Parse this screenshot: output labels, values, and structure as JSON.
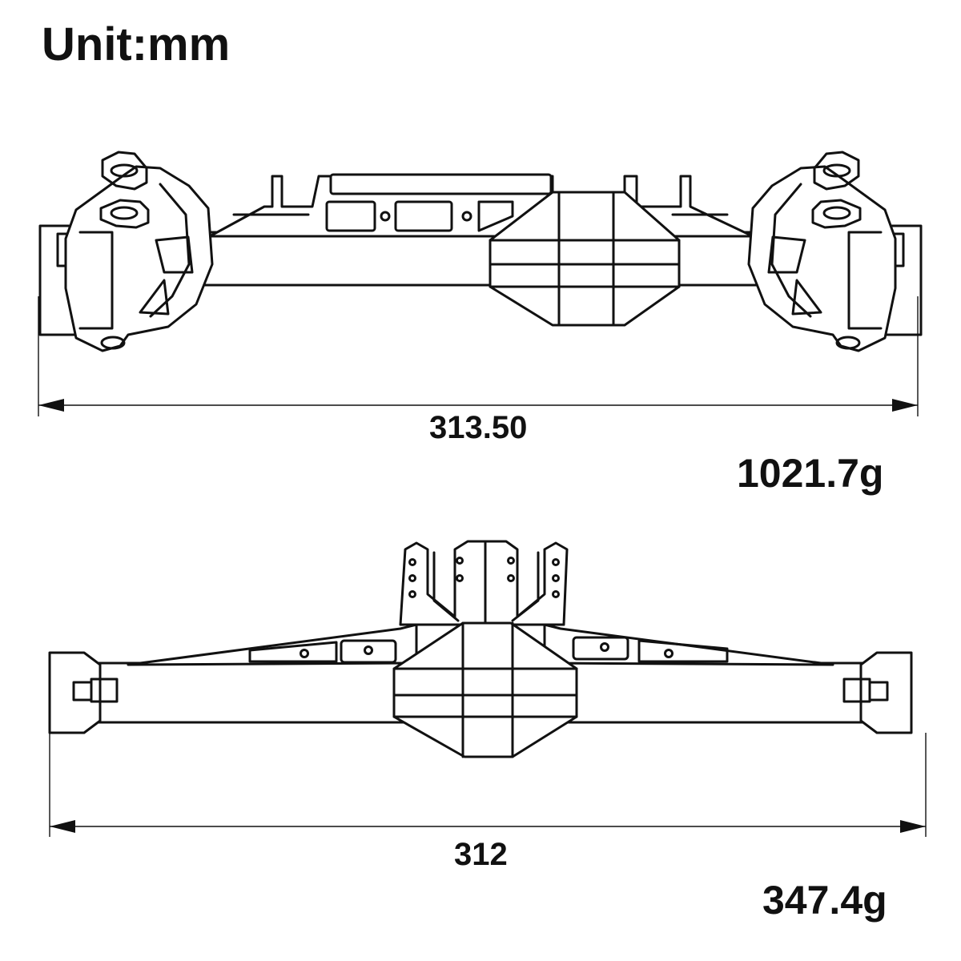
{
  "unit_label": "Unit:mm",
  "front_axle": {
    "width_label": "313.50",
    "weight_label": "1021.7g"
  },
  "rear_axle": {
    "width_label": "312",
    "weight_label": "347.4g"
  },
  "colors": {
    "line": "#111111",
    "background": "#ffffff"
  }
}
